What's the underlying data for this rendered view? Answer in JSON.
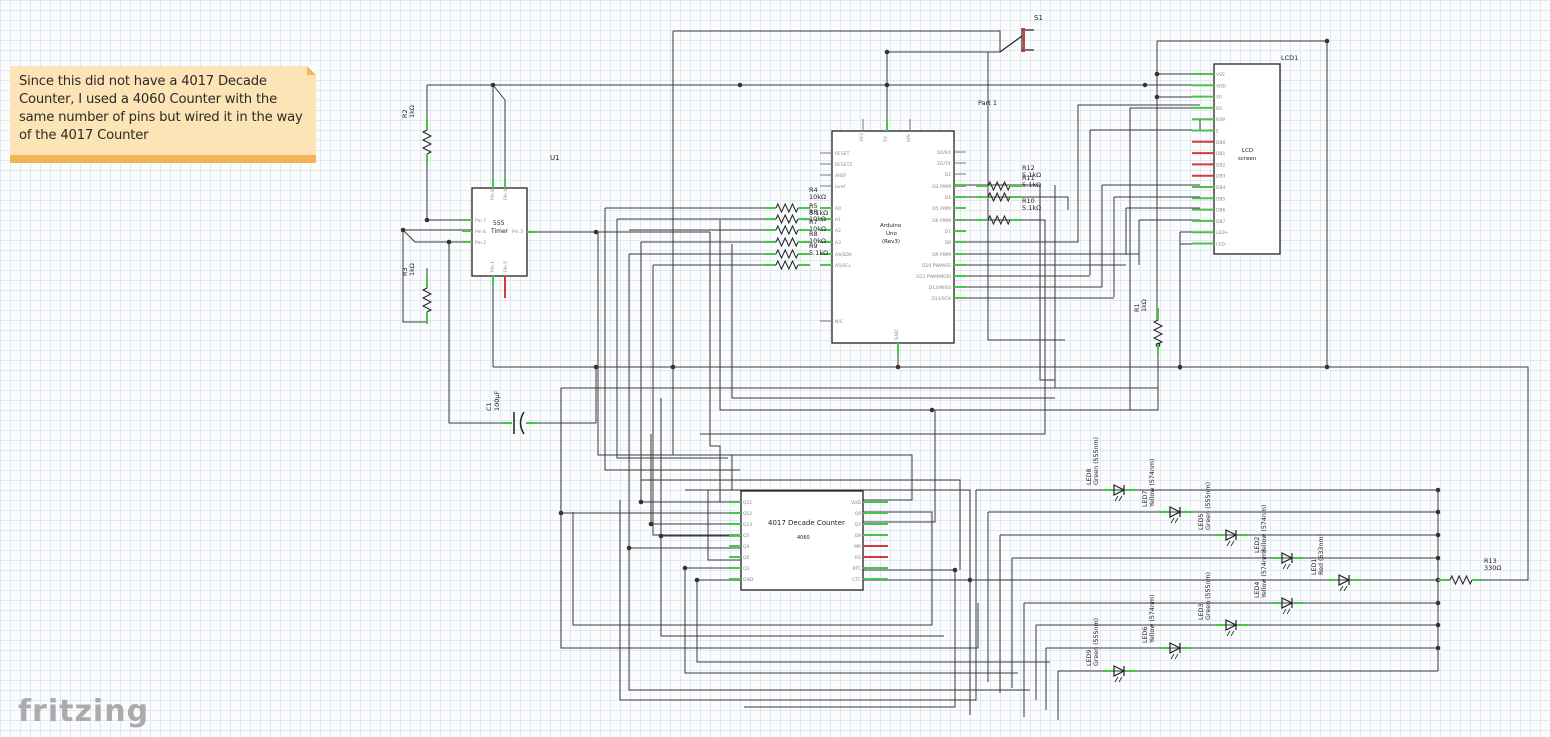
{
  "note": {
    "text": "Since this did not have a 4017 Decade Counter, I used a 4060 Counter with the same number of pins but wired it in the way of the 4017 Counter"
  },
  "logo": {
    "text": "fritzing"
  },
  "parts": {
    "u1": {
      "ref": "U1",
      "title1": "555",
      "title2": "Timer",
      "left_pins": [
        "Pin 7",
        "Pin 6",
        "Pin 2"
      ],
      "right_pin": "Pin 3",
      "top_pins": [
        "Pin 8",
        "Pin 4"
      ],
      "bottom_pins": [
        "Pin 1",
        "Pin 5"
      ]
    },
    "arduino": {
      "title1": "Arduino",
      "title2": "Uno",
      "title3": "(Rev3)",
      "top_pins": [
        "3V3",
        "5V",
        "VIN"
      ],
      "left_pins": [
        "RESET",
        "RESET2",
        "AREF",
        "ioref",
        "A0",
        "A1",
        "A2",
        "A3",
        "A4/SDA",
        "A5/SCL",
        "N/C"
      ],
      "right_pins": [
        "D0/RX",
        "D1/TX",
        "D2",
        "D3 PWM",
        "D4",
        "D5 PWM",
        "D6 PWM",
        "D7",
        "D8",
        "D9 PWM",
        "D10 PWM/SS",
        "D11 PWM/MOSI",
        "D12/MISO",
        "D13/SCK"
      ],
      "bottom_pin": "GND"
    },
    "lcd": {
      "ref": "LCD1",
      "title1": "LCD",
      "title2": "screen",
      "pins": [
        "VSS",
        "VDD",
        "V0",
        "RS",
        "R/W",
        "E",
        "DB0",
        "DB1",
        "DB2",
        "DB3",
        "DB4",
        "DB5",
        "DB6",
        "DB7",
        "LED+",
        "LED-"
      ]
    },
    "counter": {
      "title": "4017 Decade Counter",
      "subtitle": "4060",
      "left_pins": [
        "Q11",
        "Q12",
        "Q13",
        "Q5",
        "Q4",
        "Q6",
        "Q3",
        "GND"
      ],
      "right_pins": [
        "VDD",
        "Q9",
        "Q7",
        "Q8",
        "MR",
        "RS",
        "RTC",
        "CTC"
      ]
    },
    "switch": {
      "ref": "S1",
      "label": "Part 1"
    },
    "c1": {
      "ref": "C1",
      "value": "100µF"
    },
    "r1": {
      "ref": "R1",
      "value": "1kΩ"
    },
    "r2": {
      "ref": "R2",
      "value": "1kΩ"
    },
    "r3": {
      "ref": "R3",
      "value": "1kΩ"
    },
    "r4": {
      "ref": "R4",
      "value": "10kΩ"
    },
    "r5": {
      "ref": "R5",
      "value": "5.1kΩ"
    },
    "r6": {
      "ref": "R6",
      "value": "10kΩ"
    },
    "r7": {
      "ref": "R7",
      "value": "10kΩ"
    },
    "r8": {
      "ref": "R8",
      "value": "10kΩ"
    },
    "r9": {
      "ref": "R9",
      "value": "5.1kΩ"
    },
    "r10": {
      "ref": "R10",
      "value": "5.1kΩ"
    },
    "r11": {
      "ref": "R11",
      "value": "5.1kΩ"
    },
    "r12": {
      "ref": "R12",
      "value": "5.1kΩ"
    },
    "r13": {
      "ref": "R13",
      "value": "330Ω"
    },
    "leds": [
      {
        "ref": "LED8",
        "label": "Green (555nm)"
      },
      {
        "ref": "LED7",
        "label": "Yellow (574nm)"
      },
      {
        "ref": "LED5",
        "label": "Green (555nm)"
      },
      {
        "ref": "LED2",
        "label": "Yellow (574nm)"
      },
      {
        "ref": "LED1",
        "label": "Red (633nm)"
      },
      {
        "ref": "LED4",
        "label": "Yellow (574nm)"
      },
      {
        "ref": "LED3",
        "label": "Green (555nm)"
      },
      {
        "ref": "LED6",
        "label": "Yellow (574nm)"
      },
      {
        "ref": "LED9",
        "label": "Green (555nm)"
      }
    ]
  },
  "colors": {
    "wire": "#3a3a3a",
    "pin_ok": "#4cc34a",
    "pin_open": "#d33b3b",
    "note_bg": "#fde4b7",
    "note_strip": "#f3b554"
  }
}
